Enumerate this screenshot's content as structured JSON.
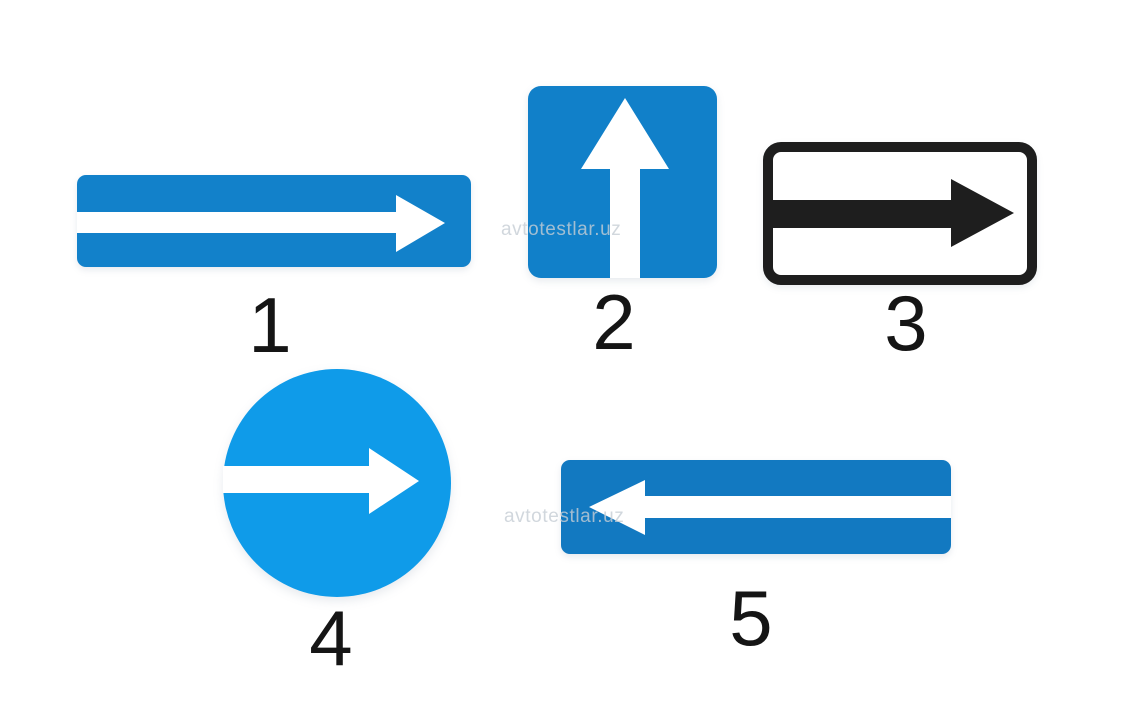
{
  "figure": {
    "background_color": "#ffffff",
    "number_color": "#151515"
  },
  "signs": [
    {
      "number": "1",
      "shape": "rounded-rectangle-wide",
      "arrow_direction": "right",
      "sign_color": "#1281ca",
      "arrow_color": "#ffffff"
    },
    {
      "number": "2",
      "shape": "rounded-square",
      "arrow_direction": "up",
      "sign_color": "#1180c9",
      "arrow_color": "#ffffff"
    },
    {
      "number": "3",
      "shape": "white-plate-black-border",
      "arrow_direction": "right",
      "sign_color": "#ffffff",
      "border_color": "#1e1e1e",
      "arrow_color": "#1e1e1e"
    },
    {
      "number": "4",
      "shape": "circle",
      "arrow_direction": "right",
      "sign_color": "#0f9be9",
      "arrow_color": "#ffffff"
    },
    {
      "number": "5",
      "shape": "rounded-rectangle-wide",
      "arrow_direction": "left",
      "sign_color": "#1279c1",
      "arrow_color": "#ffffff"
    }
  ],
  "watermarks": [
    {
      "text": "avtotestlar.uz"
    },
    {
      "text": "avtotestlar.uz"
    }
  ]
}
